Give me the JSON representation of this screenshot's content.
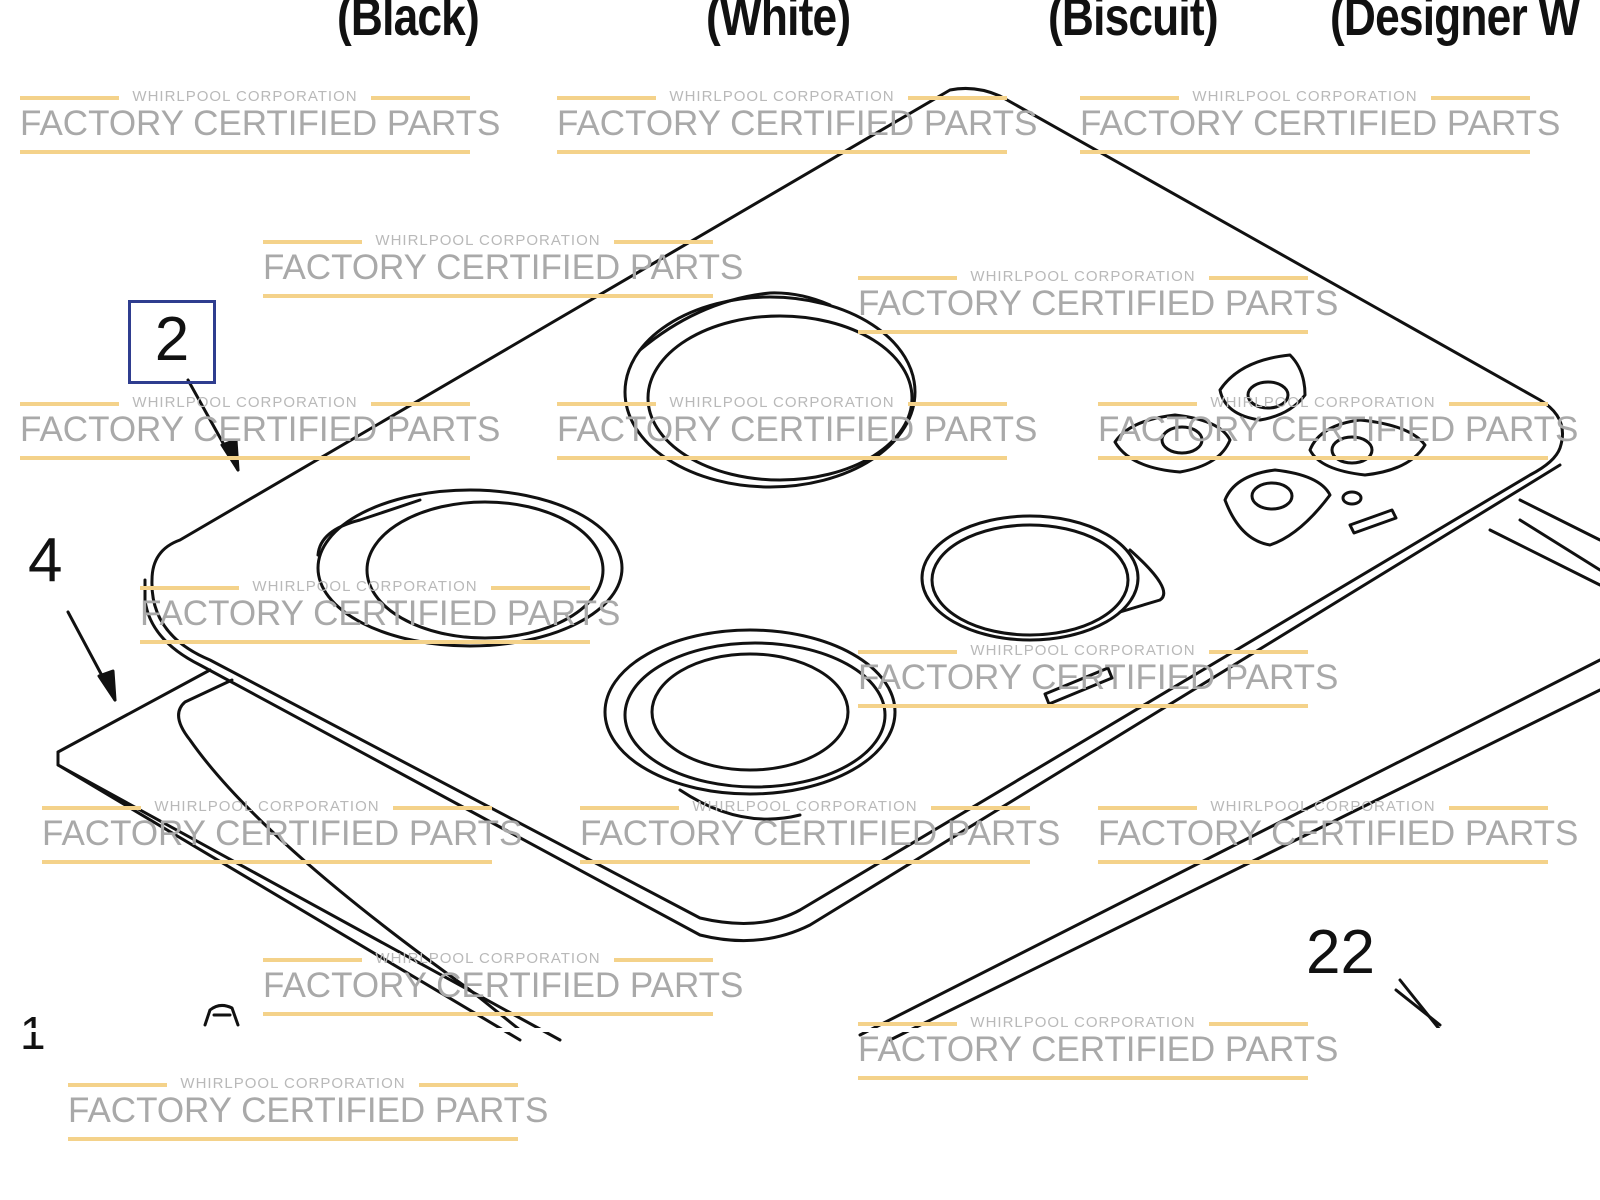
{
  "header": {
    "col_black": "(Black)",
    "col_white": "(White)",
    "col_biscuit": "(Biscuit)",
    "col_designer": "(Designer W"
  },
  "callouts": {
    "part_2": "2",
    "part_4": "4",
    "part_22": "22",
    "part_partial": "1"
  },
  "watermark": {
    "line_small": "WHIRLPOOL CORPORATION",
    "line_big": "FACTORY CERTIFIED PARTS",
    "accent_color": "#f4d28a"
  },
  "colors": {
    "ink": "#111111",
    "callout_box_border": "#2f3d8f"
  }
}
